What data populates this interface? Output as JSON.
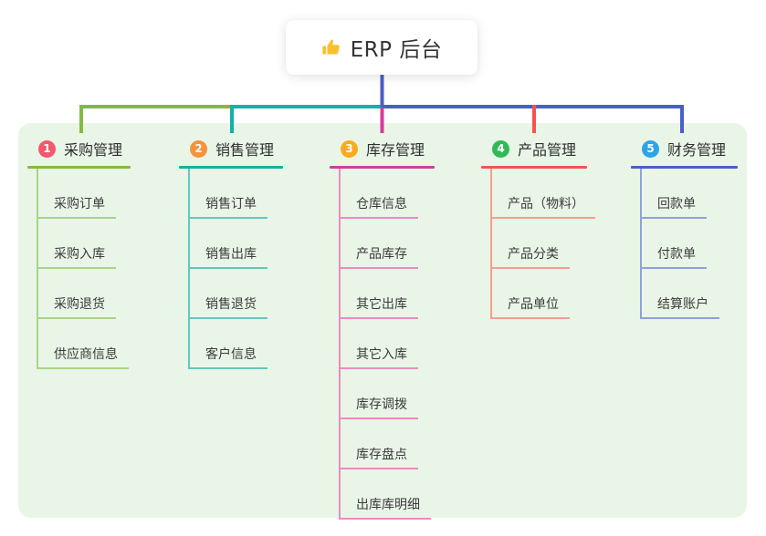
{
  "root": {
    "icon": "thumbs-up-icon",
    "title": "ERP 后台"
  },
  "colors": {
    "panel_background": "#e9f6e7",
    "trunk": "#4a5fc4",
    "root_text": "#333333",
    "thumb_yellow": "#fbc02d"
  },
  "branches": [
    {
      "number": "1",
      "label": "采购管理",
      "badge_color": "#f2586e",
      "line_color": "#83ba41",
      "child_line_color": "#a9d388",
      "children": [
        "采购订单",
        "采购入库",
        "采购退货",
        "供应商信息"
      ]
    },
    {
      "number": "2",
      "label": "销售管理",
      "badge_color": "#f8923c",
      "line_color": "#12b2a6",
      "child_line_color": "#63c7bd",
      "children": [
        "销售订单",
        "销售出库",
        "销售退货",
        "客户信息"
      ]
    },
    {
      "number": "3",
      "label": "库存管理",
      "badge_color": "#fbab20",
      "line_color": "#d23c9e",
      "child_line_color": "#ee8ac2",
      "children": [
        "仓库信息",
        "产品库存",
        "其它出库",
        "其它入库",
        "库存调拨",
        "库存盘点",
        "出库库明细"
      ]
    },
    {
      "number": "4",
      "label": "产品管理",
      "badge_color": "#30ba55",
      "line_color": "#f4544e",
      "child_line_color": "#f79d94",
      "children": [
        "产品（物料）",
        "产品分类",
        "产品单位"
      ]
    },
    {
      "number": "5",
      "label": "财务管理",
      "badge_color": "#2ba4e5",
      "line_color": "#4a5fc4",
      "child_line_color": "#8ea2da",
      "children": [
        "回款单",
        "付款单",
        "结算账户"
      ]
    }
  ]
}
